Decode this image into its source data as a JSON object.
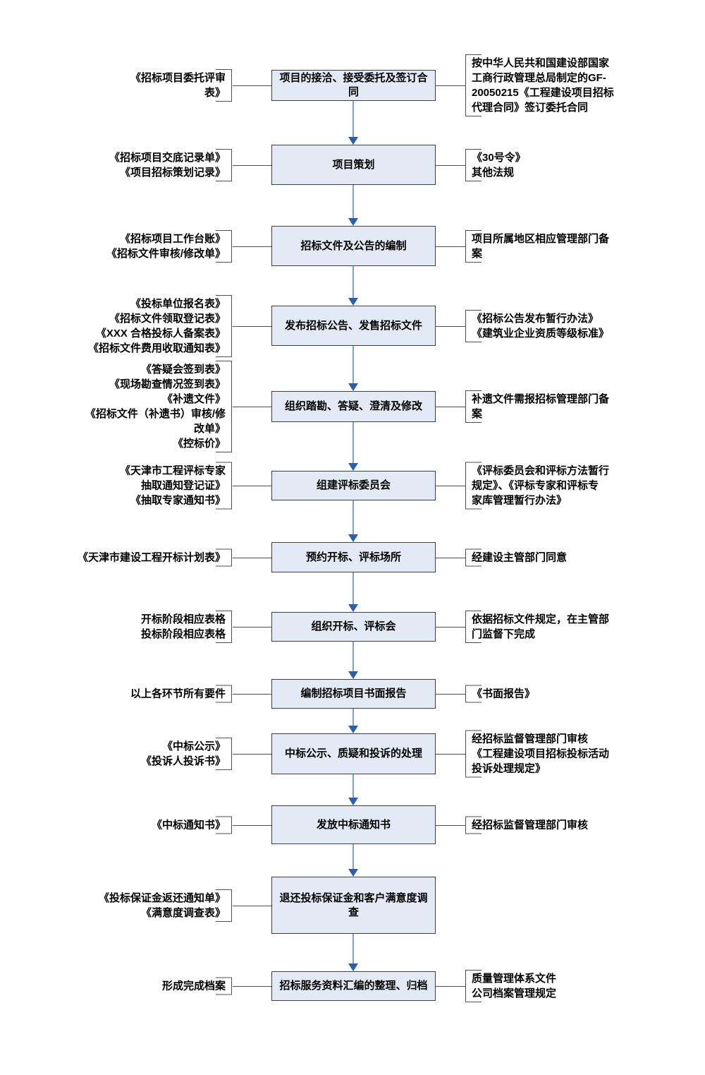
{
  "diagram": {
    "type": "flowchart",
    "colors": {
      "box_fill": "#e3eaf6",
      "box_border": "#3f3f3f",
      "line_color": "#4d4d4d",
      "arrow_line": "#7ba3d7",
      "arrow_head": "#2c5fa5",
      "background": "#ffffff",
      "text": "#000000"
    },
    "steps": [
      {
        "box": [
          "项目的接洽、接受委托及签订合",
          "同"
        ],
        "left": [
          "《招标项目委托评审",
          "表》"
        ],
        "right": [
          "按中华人民共和国建设部国家",
          "工商行政管理总局制定的GF-",
          "20050215《工程建设项目招标",
          "代理合同》签订委托合同"
        ]
      },
      {
        "box": [
          "项目策划"
        ],
        "left": [
          "《招标项目交底记录单》",
          "《项目招标策划记录》"
        ],
        "right": [
          "《30号令》",
          "其他法规"
        ]
      },
      {
        "box": [
          "招标文件及公告的编制"
        ],
        "left": [
          "《招标项目工作台账》",
          "《招标文件审核/修改单》"
        ],
        "right": [
          "项目所属地区相应管理部门备",
          "案"
        ]
      },
      {
        "box": [
          "发布招标公告、发售招标文件"
        ],
        "left": [
          "《投标单位报名表》",
          "《招标文件领取登记表》",
          "《XXX 合格投标人备案表》",
          "《招标文件费用收取通知表》"
        ],
        "right": [
          "《招标公告发布暂行办法》",
          "《建筑业企业资质等级标准》"
        ]
      },
      {
        "box": [
          "组织踏勘、答疑、澄清及修改"
        ],
        "left": [
          "《答疑会签到表》",
          "《现场勘查情况签到表》",
          "《补遗文件》",
          "《招标文件（补遗书）审核/修",
          "改单》",
          "《控标价》"
        ],
        "right": [
          "补遗文件需报招标管理部门备",
          "案"
        ]
      },
      {
        "box": [
          "组建评标委员会"
        ],
        "left": [
          "《天津市工程评标专家",
          "抽取通知登记证》",
          "《抽取专家通知书》"
        ],
        "right": [
          "《评标委员会和评标方法暂行",
          "规定》、《评标专家和评标专",
          "家库管理暂行办法》"
        ]
      },
      {
        "box": [
          "预约开标、评标场所"
        ],
        "left": [
          "《天津市建设工程开标计划表》"
        ],
        "right": [
          "经建设主管部门同意"
        ]
      },
      {
        "box": [
          "组织开标、评标会"
        ],
        "left": [
          "开标阶段相应表格",
          "投标阶段相应表格"
        ],
        "right": [
          "依据招标文件规定，在主管部",
          "门监督下完成"
        ]
      },
      {
        "box": [
          "编制招标项目书面报告"
        ],
        "left": [
          "以上各环节所有要件"
        ],
        "right": [
          "《书面报告》"
        ]
      },
      {
        "box": [
          "中标公示、质疑和投诉的处理"
        ],
        "left": [
          "《中标公示》",
          "《投诉人投诉书》"
        ],
        "right": [
          "经招标监督管理部门审核",
          "《工程建设项目招标投标活动",
          "投诉处理规定》"
        ]
      },
      {
        "box": [
          "发放中标通知书"
        ],
        "left": [
          "《中标通知书》"
        ],
        "right": [
          "经招标监督管理部门审核"
        ]
      },
      {
        "box": [
          "退还投标保证金和客户满意度调",
          "查"
        ],
        "left": [
          "《投标保证金返还通知单》",
          "《满意度调查表》"
        ],
        "right": null
      },
      {
        "box": [
          "招标服务资料汇编的整理、归档"
        ],
        "left": [
          "形成完成档案"
        ],
        "right": [
          "质量管理体系文件",
          "公司档案管理规定"
        ]
      }
    ]
  }
}
